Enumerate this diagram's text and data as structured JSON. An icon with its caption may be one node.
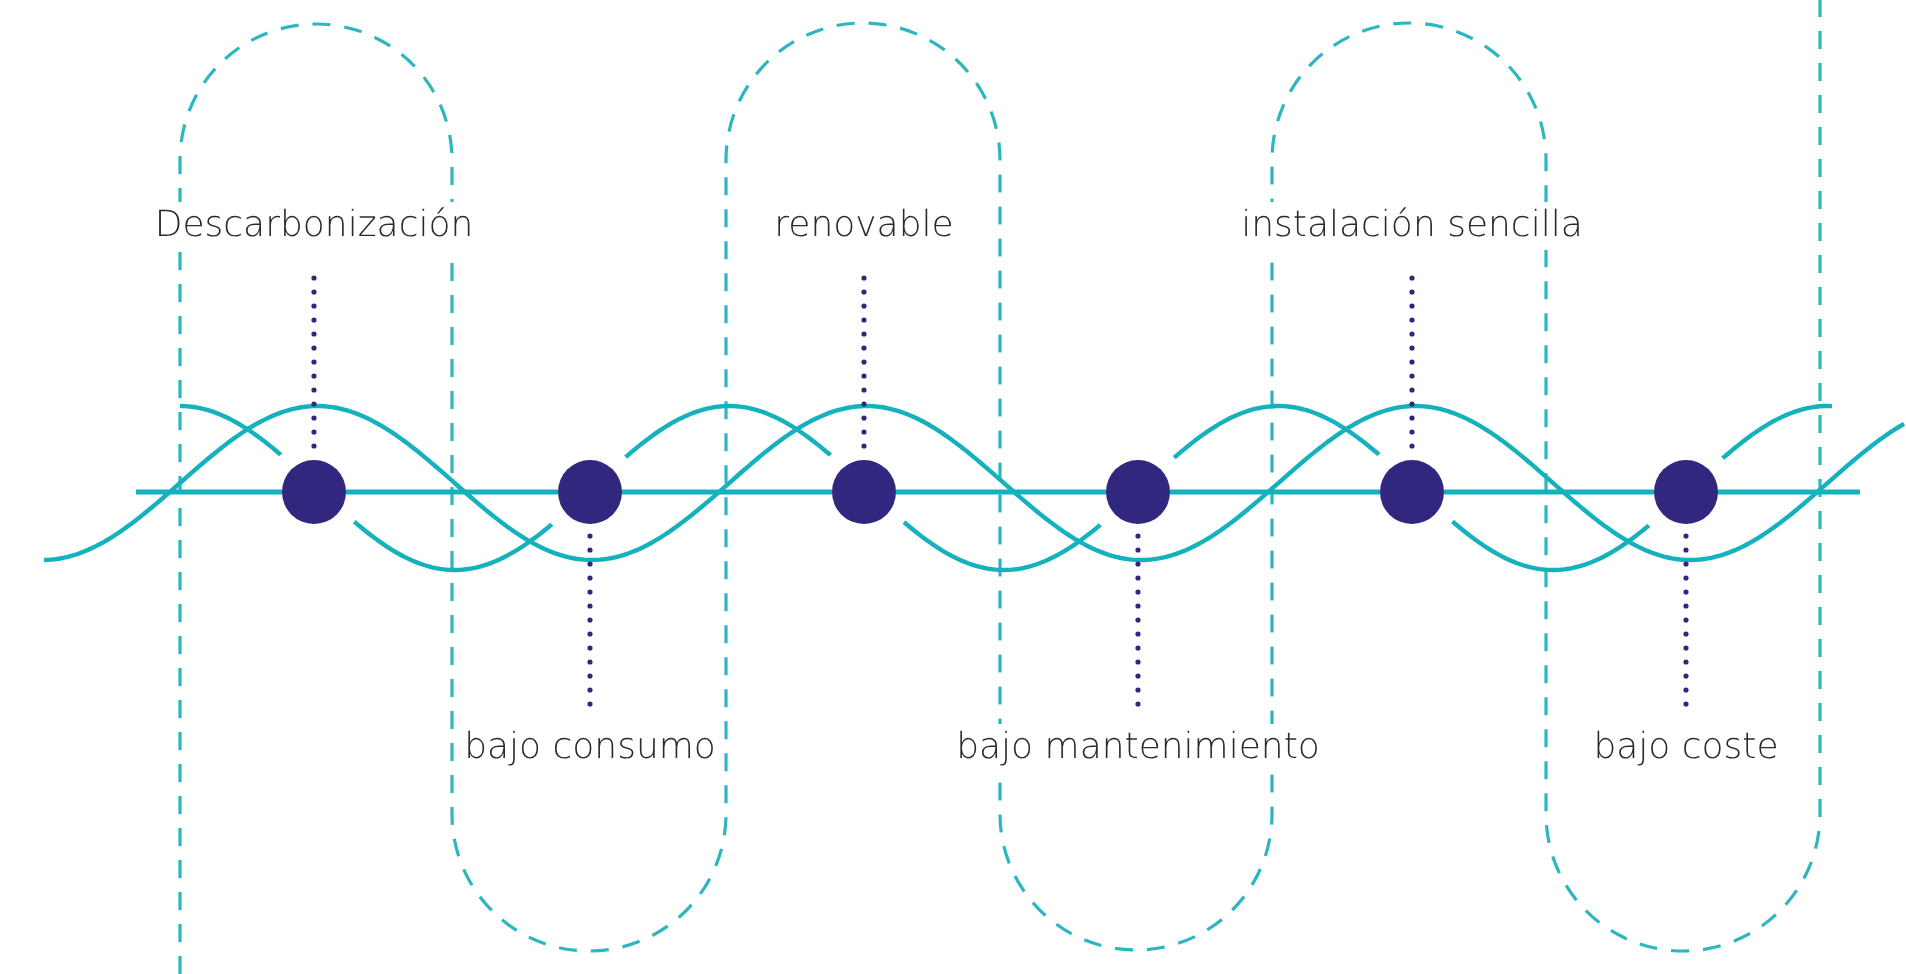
{
  "diagram": {
    "nodes": [
      {
        "text": [
          "Descarbonización"
        ]
      },
      {
        "text": [
          "renovable"
        ]
      },
      {
        "text": [
          "instalación sencilla"
        ]
      },
      {
        "text": [],
        "shape": "circle"
      },
      {
        "text": [],
        "shape": "circle"
      },
      {
        "text": [],
        "shape": "circle"
      },
      {
        "text": [],
        "shape": "circle"
      },
      {
        "text": [],
        "shape": "circle"
      },
      {
        "text": [],
        "shape": "circle"
      },
      {
        "text": [
          "bajo consumo"
        ]
      },
      {
        "text": [
          "bajo mantenimiento"
        ]
      },
      {
        "text": [
          "bajo coste"
        ]
      }
    ],
    "edges": [
      {
        "from": 0,
        "to": 3,
        "arrow": "none",
        "style": "dashed",
        "color": "#31277f"
      },
      {
        "from": 1,
        "to": 5,
        "arrow": "none",
        "style": "dashed",
        "color": "#31277f"
      },
      {
        "from": 2,
        "to": 7,
        "arrow": "none",
        "style": "dashed",
        "color": "#31277f"
      },
      {
        "from": 9,
        "to": 4,
        "arrow": "none",
        "style": "dashed",
        "color": "#31277f"
      },
      {
        "from": 10,
        "to": 6,
        "arrow": "none",
        "style": "dashed",
        "color": "#31277f"
      },
      {
        "from": 11,
        "to": 8,
        "arrow": "none",
        "style": "dashed",
        "color": "#31277f"
      },
      {
        "from": null,
        "to": 3,
        "arrow": "none"
      },
      {
        "from": 3,
        "to": 4,
        "arrow": "none"
      },
      {
        "from": 4,
        "to": 5,
        "arrow": "none"
      },
      {
        "from": 5,
        "to": 6,
        "arrow": "none"
      },
      {
        "from": 6,
        "to": 7,
        "arrow": "none"
      },
      {
        "from": 7,
        "to": 8,
        "arrow": "none"
      },
      {
        "from": 8,
        "to": null,
        "arrow": "none"
      }
    ]
  }
}
